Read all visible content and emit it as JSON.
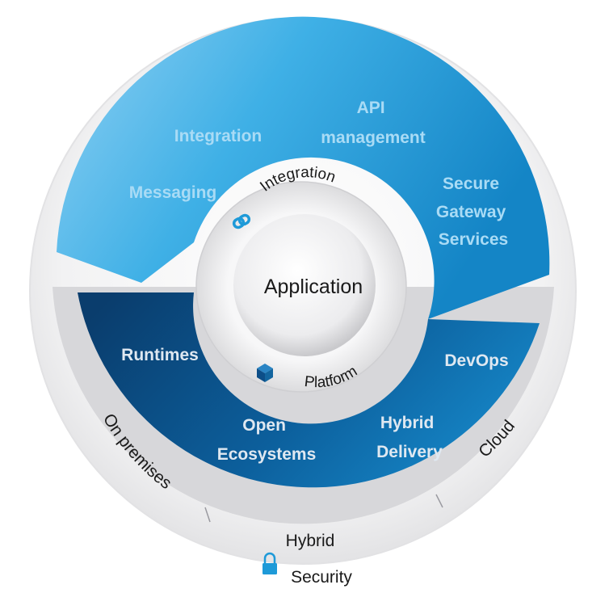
{
  "center": {
    "label": "Application"
  },
  "inner_ring": {
    "top_label": "Integration",
    "bottom_label": "Platform"
  },
  "integration_segment": {
    "items": [
      {
        "lines": [
          "Integration"
        ]
      },
      {
        "lines": [
          "API",
          "management"
        ]
      },
      {
        "lines": [
          "Messaging"
        ]
      },
      {
        "lines": [
          "Secure",
          "Gateway",
          "Services"
        ]
      }
    ]
  },
  "platform_segment": {
    "items": [
      {
        "lines": [
          "Runtimes"
        ]
      },
      {
        "lines": [
          "DevOps"
        ]
      },
      {
        "lines": [
          "Open",
          "Ecosystems"
        ]
      },
      {
        "lines": [
          "Hybrid",
          "Delivery"
        ]
      }
    ]
  },
  "deployment_band": {
    "left": "On premises",
    "bottom": "Hybrid",
    "right": "Cloud"
  },
  "footer": {
    "label": "Security"
  },
  "icons": [
    "link-icon",
    "cube-icon",
    "lock-icon"
  ],
  "colors": {
    "integration_top": "#3fb0e6",
    "platform_dark": "#0b4a80",
    "platform_mid": "#0f6fae",
    "integration_text": "#a9dbf5",
    "band_gray": "#d9d9db"
  }
}
